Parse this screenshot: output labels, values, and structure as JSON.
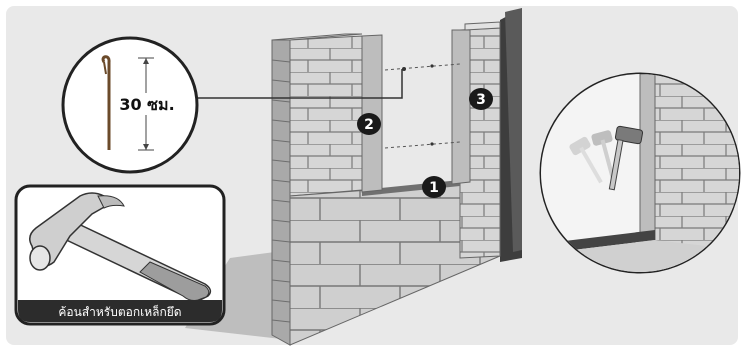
{
  "inset_nail": {
    "measure_label": "30 ซม."
  },
  "inset_hammer": {
    "caption": "ค้อนสำหรับตอกเหล็กยึด"
  },
  "step_badges": [
    {
      "number": "1"
    },
    {
      "number": "2"
    },
    {
      "number": "3"
    }
  ],
  "colors": {
    "background": "#e9e9e9",
    "block_face": "#c9c9c9",
    "block_dark": "#8a8a8a",
    "wall_column": "#4a4a4a",
    "badge": "#1a1a1a",
    "caption_bar": "#2c2c2c"
  }
}
